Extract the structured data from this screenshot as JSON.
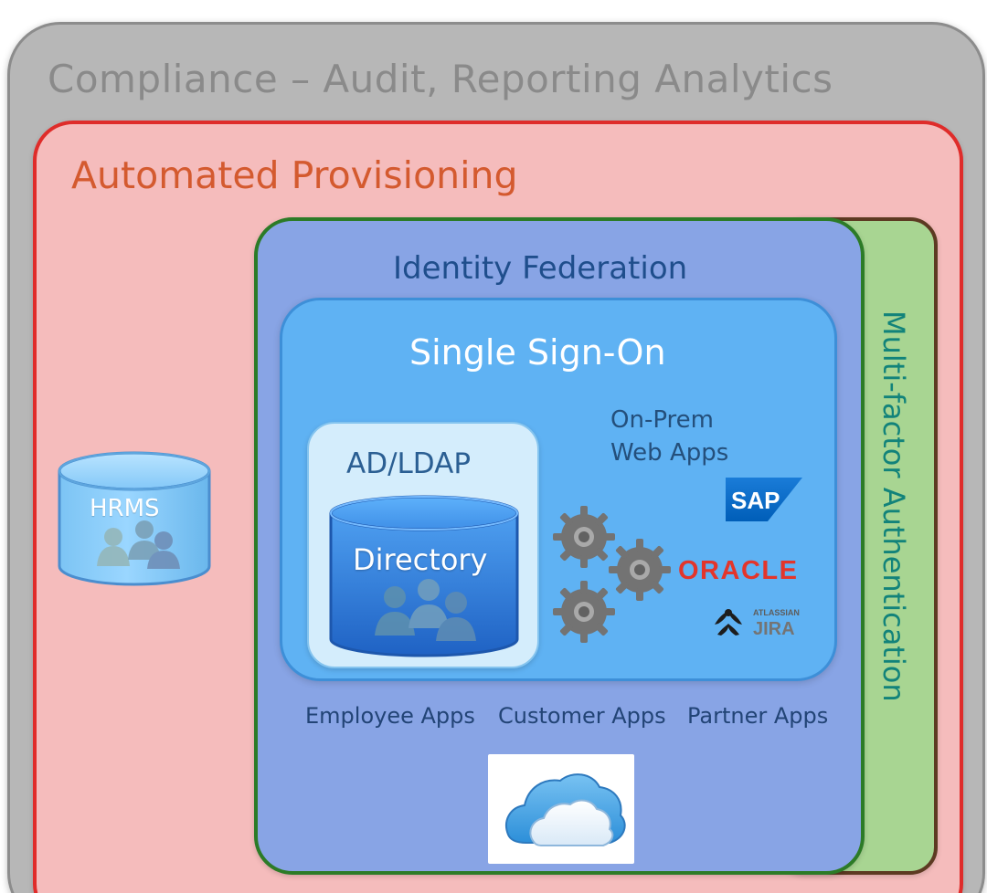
{
  "layers": {
    "compliance": {
      "title": "Compliance – Audit, Reporting Analytics"
    },
    "provisioning": {
      "title": "Automated Provisioning"
    },
    "federation": {
      "title": "Identity Federation"
    },
    "sso": {
      "title": "Single Sign-On"
    },
    "mfa": {
      "label": "Multi-factor Authentication"
    }
  },
  "stores": {
    "hrms": {
      "label": "HRMS"
    },
    "ad": {
      "title": "AD/LDAP",
      "directory_label": "Directory"
    }
  },
  "apps": {
    "onprem": {
      "line1": "On-Prem",
      "line2": "Web Apps"
    },
    "categories": [
      "Employee Apps",
      "Customer Apps",
      "Partner Apps"
    ]
  },
  "logos": {
    "sap": {
      "text": "SAP"
    },
    "oracle": {
      "text": "ORACLE"
    },
    "jira": {
      "small": "ATLASSIAN",
      "large": "JIRA"
    }
  },
  "icons": {
    "database": "database-icon",
    "people": "people-icon",
    "gear": "gear-icon",
    "cloud": "cloud-icon",
    "sap": "sap-logo-icon",
    "oracle": "oracle-logo-icon",
    "jira": "jira-logo-icon"
  },
  "colors": {
    "compliance_fill": "#b7b7b7",
    "compliance_text": "#8a8a8a",
    "provisioning_border": "#df2c2a",
    "provisioning_fill": "#f5bcbc",
    "provisioning_text": "#d45a2f",
    "federation_border": "#2c7b27",
    "federation_fill": "#88a4e5",
    "federation_text": "#1f4e8c",
    "sso_fill": "#5fb2f3",
    "ad_fill": "#d4edfc",
    "mfa_fill": "#a8d592",
    "mfa_text": "#12837a",
    "oracle_red": "#e3352b"
  }
}
